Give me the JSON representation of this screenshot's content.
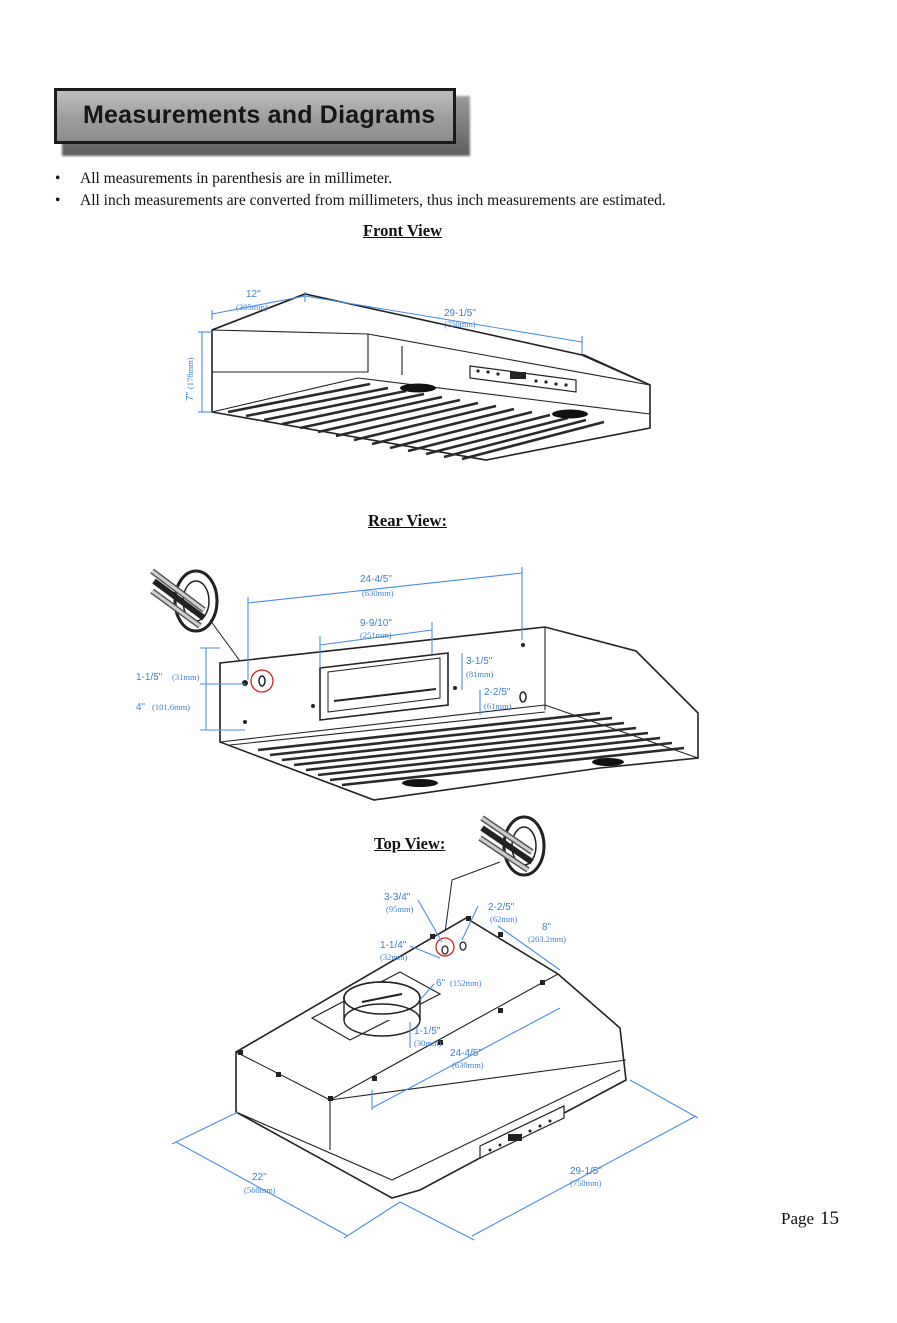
{
  "header": {
    "title": "Measurements and Diagrams"
  },
  "notes": [
    "All measurements in parenthesis are in millimeter.",
    "All inch measurements are converted from millimeters, thus inch measurements are estimated."
  ],
  "bullet": "•",
  "front_view": {
    "title": "Front View",
    "depth": {
      "inch": "12\"",
      "mm": "(305mm)"
    },
    "width": {
      "inch": "29-1/5\"",
      "mm": "(750mm)"
    },
    "height": {
      "inch": "7\"",
      "mm": "(178mm)"
    }
  },
  "rear_view": {
    "title": "Rear View:",
    "hole_spacing": {
      "inch": "24-4/5\"",
      "mm": "(630mm)"
    },
    "vent_width": {
      "inch": "9-9/10\"",
      "mm": "(251mm)"
    },
    "vent_height": {
      "inch": "3-1/5\"",
      "mm": "(81mm)"
    },
    "vent_bottom": {
      "inch": "2-2/5\"",
      "mm": "(61mm)"
    },
    "top_hole": {
      "inch": "1-1/5\"",
      "mm": "(31mm)"
    },
    "lower_hole": {
      "inch": "4\"",
      "mm": "(101.6mm)"
    }
  },
  "top_view": {
    "title": "Top View:",
    "d1": {
      "inch": "3-3/4\"",
      "mm": "(95mm)"
    },
    "d2": {
      "inch": "2-2/5\"",
      "mm": "(62mm)"
    },
    "d3": {
      "inch": "8\"",
      "mm": "(203.2mm)"
    },
    "d4": {
      "inch": "1-1/4\"",
      "mm": "(32mm)"
    },
    "duct": {
      "inch": "6\"",
      "mm": "(152mm)"
    },
    "d5": {
      "inch": "1-1/5\"",
      "mm": "(30mm)"
    },
    "spacing": {
      "inch": "24-4/5\"",
      "mm": "(630mm)"
    },
    "depth": {
      "inch": "22\"",
      "mm": "(560mm)"
    },
    "width": {
      "inch": "29-1/5\"",
      "mm": "(750mm)"
    }
  },
  "footer": {
    "page_label": "Page",
    "page_number": "15"
  }
}
